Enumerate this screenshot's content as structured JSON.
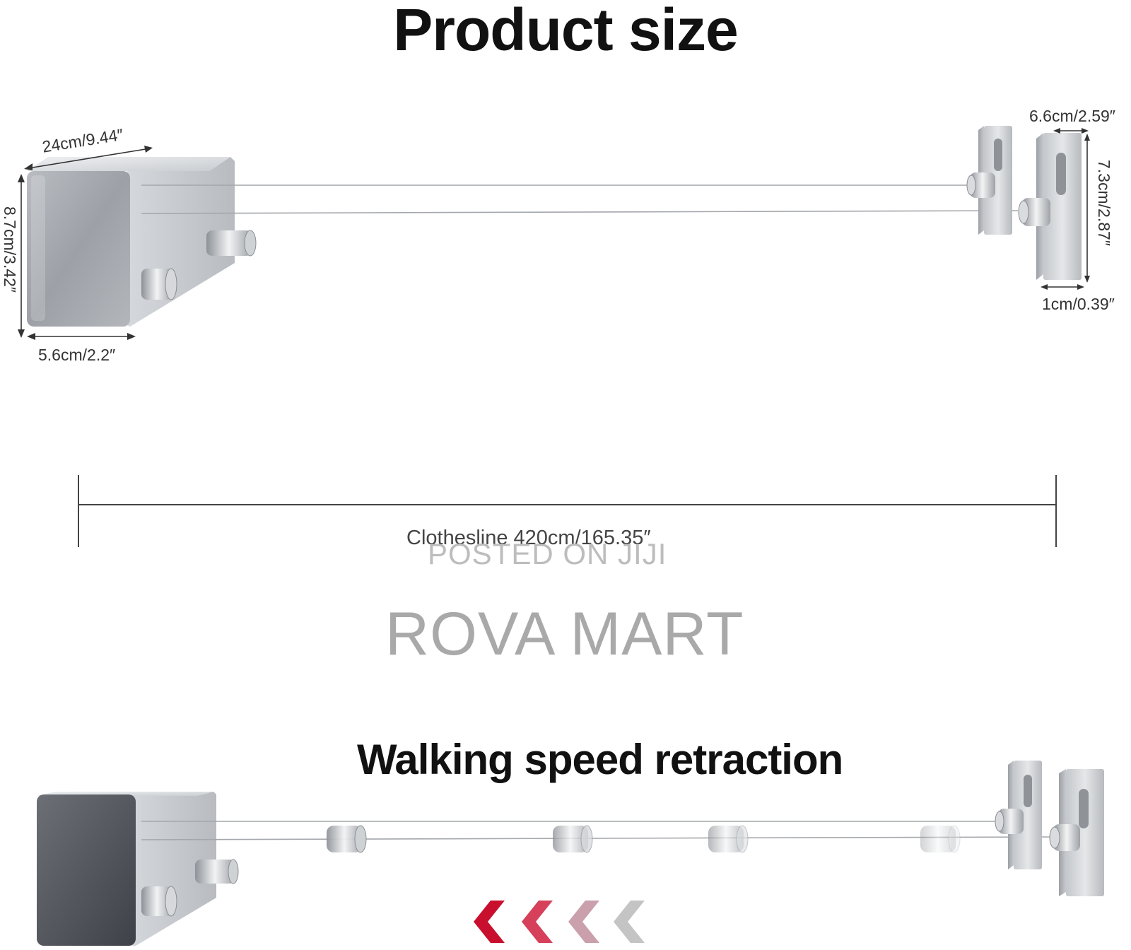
{
  "titles": {
    "product_size": "Product size",
    "retraction": "Walking speed retraction"
  },
  "dimensions": {
    "box_length": "24cm/9.44″",
    "box_height": "8.7cm/3.42″",
    "box_depth": "5.6cm/2.2″",
    "plate_width": "6.6cm/2.59″",
    "plate_height": "7.3cm/2.87″",
    "plate_thickness": "1cm/0.39″",
    "clothesline_length": "Clothesline 420cm/165.35″"
  },
  "watermark": {
    "posted": "POSTED ON JIJI",
    "shop": "ROVA MART"
  },
  "colors": {
    "arrow_1": "#c8102e",
    "arrow_2": "#d6405a",
    "arrow_3": "#c9a0ab",
    "arrow_4": "#c4c4c4"
  }
}
